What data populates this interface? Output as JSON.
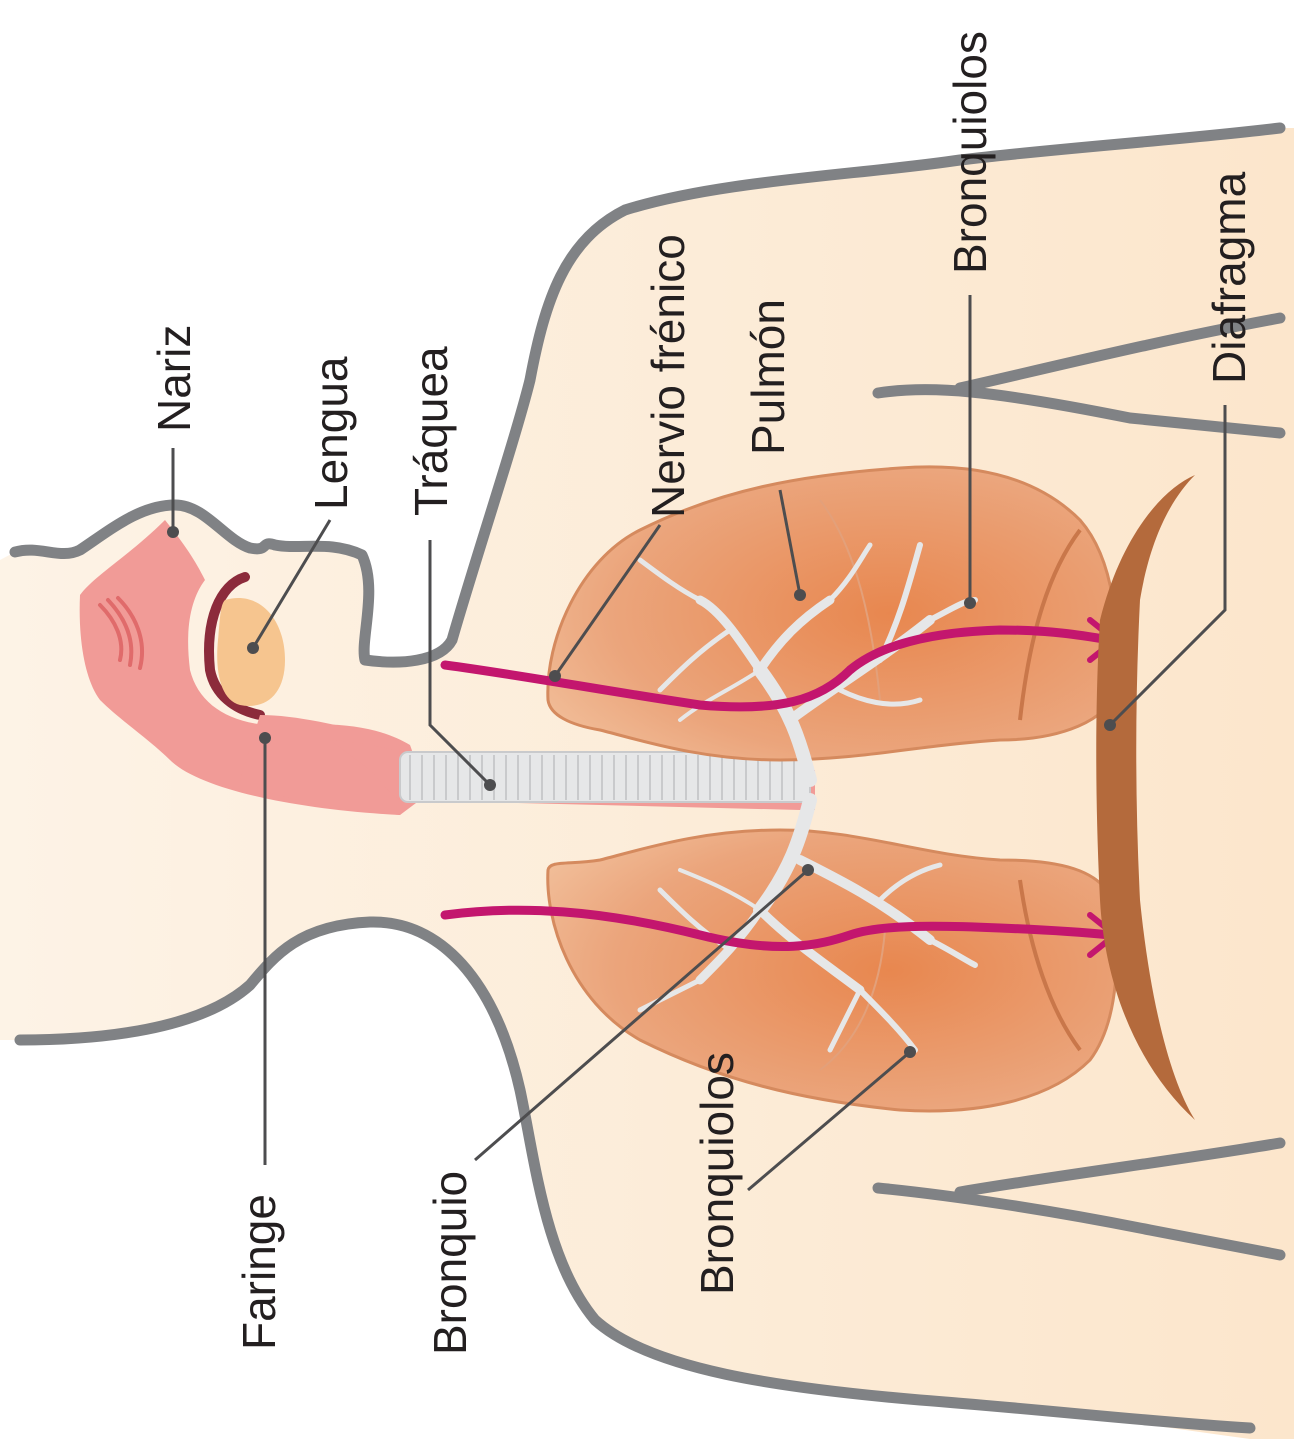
{
  "labels": {
    "nose": "Nariz",
    "tongue": "Lengua",
    "trachea": "Tráquea",
    "phrenic_nerve": "Nervio frénico",
    "lung": "Pulmón",
    "bronchioles_top": "Bronquiolos",
    "diaphragm": "Diafragma",
    "pharynx": "Faringe",
    "bronchus": "Bronquio",
    "bronchioles_bottom": "Bronquiolos"
  },
  "colors": {
    "skin": "#fcebd5",
    "outline": "#808285",
    "lung": "#e89a6c",
    "lung_dark": "#d9743f",
    "nerve": "#c3166e",
    "diaphragm": "#b46a3c",
    "nasal": "#f19b97",
    "airway": "#e5e6e7",
    "tongue": "#f6c58f"
  }
}
